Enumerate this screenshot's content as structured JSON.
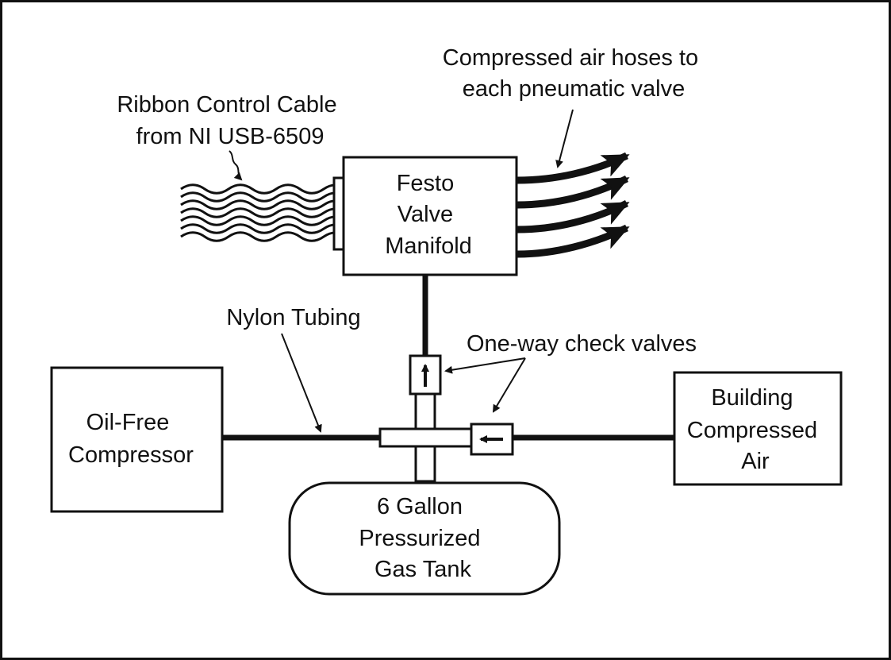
{
  "components": {
    "valve_manifold": [
      "Festo",
      "Valve",
      "Manifold"
    ],
    "compressor": [
      "Oil-Free",
      "Compressor"
    ],
    "building_air": [
      "Building",
      "Compressed",
      "Air"
    ],
    "gas_tank": [
      "6 Gallon",
      "Pressurized",
      "Gas Tank"
    ]
  },
  "annotations": {
    "ribbon_cable": [
      "Ribbon Control Cable",
      "from NI USB-6509"
    ],
    "air_hoses": [
      "Compressed air hoses to",
      "each pneumatic valve"
    ],
    "nylon_tubing": "Nylon Tubing",
    "check_valves": "One-way check valves"
  },
  "colors": {
    "line": "#111111",
    "background": "#ffffff"
  }
}
